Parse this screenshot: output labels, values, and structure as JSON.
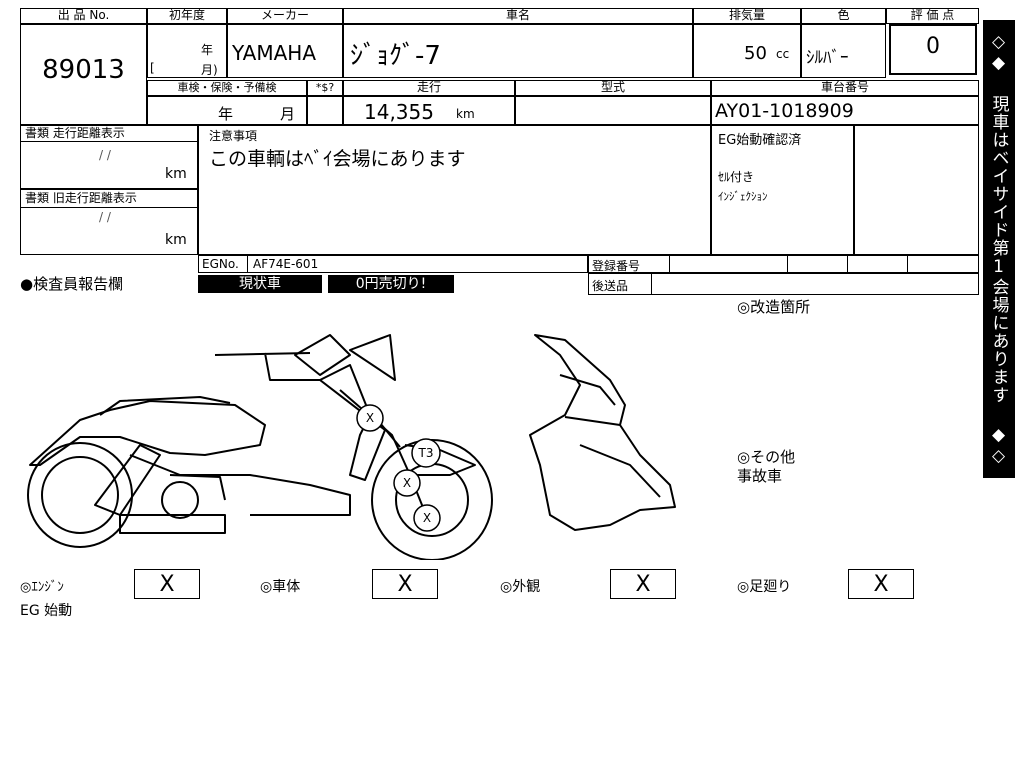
{
  "header": {
    "lot_no_label": "出 品 No.",
    "first_reg_label": "初年度",
    "maker_label": "メーカー",
    "model_label": "車名",
    "displacement_label": "排気量",
    "color_label": "色",
    "score_label": "評 価 点"
  },
  "values": {
    "lot_no": "89013",
    "year_suffix": "年",
    "month_suffix": "月)",
    "bracket_open": "[",
    "maker": "YAMAHA",
    "model": "ｼﾞｮｸﾞ-7",
    "displacement": "50",
    "displacement_unit": "cc",
    "color": "ｼﾙﾊﾞｰ",
    "score": "0"
  },
  "row2": {
    "inspection_label": "車検・保険・予備検",
    "tax_label": "*$?",
    "mileage_label": "走行",
    "type_label": "型式",
    "frame_label": "車台番号",
    "inspect_year": "年",
    "inspect_month": "月",
    "mileage": "14,355",
    "mileage_unit": "km",
    "frame_no": "AY01-1018909"
  },
  "docs": {
    "doc_mileage_label": "書類 走行距離表示",
    "doc_old_mileage_label": "書類 旧走行距離表示",
    "slashes": "/   /",
    "km": "km"
  },
  "notes": {
    "label": "注意事項",
    "text": "この車輌はﾍﾞｲ会場にあります",
    "eg_confirm": "EG始動確認済",
    "cell_starter": "ｾﾙ付き",
    "injection": "ｲﾝｼﾞｪｸｼｮﾝ"
  },
  "egno": {
    "label": "EGNo.",
    "value": "AF74E-601",
    "reg_label": "登録番号",
    "after_label": "後送品"
  },
  "inspector": {
    "label": "●検査員報告欄",
    "tag1": "現状車",
    "tag2": "0円売切り!",
    "modified": "◎改造箇所",
    "other": "◎その他",
    "accident": "事故車"
  },
  "diagram_marks": {
    "x1": "X",
    "t3": "T3",
    "x2": "X",
    "x3": "X"
  },
  "ratings": {
    "engine_label": "◎ｴﾝｼﾞﾝ",
    "engine": "X",
    "body_label": "◎車体",
    "body": "X",
    "exterior_label": "◎外観",
    "exterior": "X",
    "suspension_label": "◎足廻り",
    "suspension": "X",
    "eg_start": "EG 始動"
  },
  "sidebar": {
    "text": "◇◆ 現車はベイサイド第1会場にあります ◆◇"
  }
}
